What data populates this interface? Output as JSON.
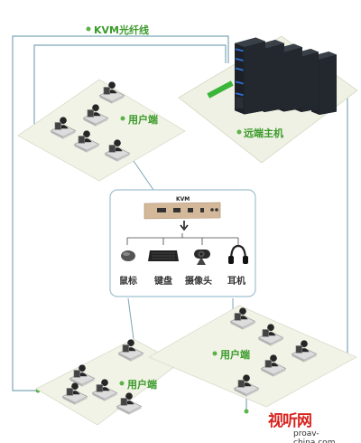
{
  "labels": {
    "fiber": "KVM光纤线",
    "user_terminal_top": "用户端",
    "remote_host": "远端主机",
    "user_terminal_left": "用户端",
    "user_terminal_right": "用户端"
  },
  "kvm_box": {
    "label": "KVM"
  },
  "peripherals": [
    {
      "name": "鼠标",
      "icon": "mouse-icon"
    },
    {
      "name": "键盘",
      "icon": "keyboard-icon"
    },
    {
      "name": "摄像头",
      "icon": "webcam-icon"
    },
    {
      "name": "耳机",
      "icon": "headphones-icon"
    }
  ],
  "watermark": {
    "logo": "视听网",
    "url": "proav-china.com"
  },
  "colors": {
    "accent": "#3a9a2a",
    "platform": "#f1f3e6",
    "line": "#7ea6b8",
    "watermark": "#d8231e"
  }
}
